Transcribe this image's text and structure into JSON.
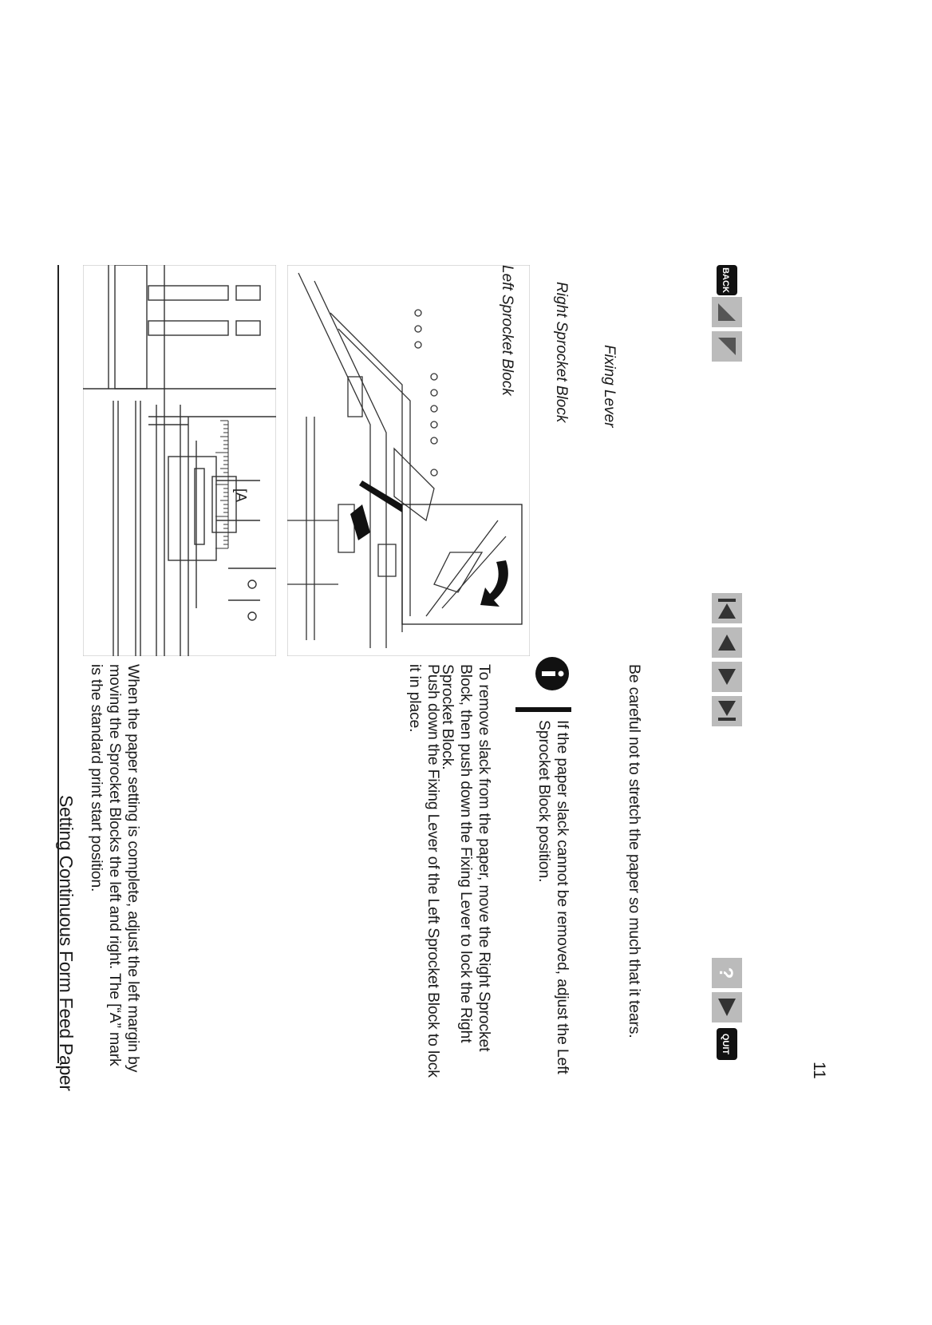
{
  "header": {
    "title": "Setting Continuous Form Feed Paper"
  },
  "content": {
    "para1": "When the paper setting is complete, adjust the left margin by moving the Sprocket Blocks the left and right. The [“A” mark is the standard print start position.",
    "para2": "Push down the Fixing Lever of the Left Sprocket Block to lock it in place.",
    "para3": "To remove slack from the paper, move the Right Sprocket Block, then push down the Fixing Lever to lock the Right Sprocket Block.",
    "note": "If the paper slack cannot be removed, adjust the Left Sprocket Block position.",
    "para4": "Be careful not to stretch the paper so much that it tears."
  },
  "figure1": {
    "mark_label": "[A"
  },
  "figure2": {
    "callout_left": "Left Sprocket Block",
    "callout_right": "Right Sprocket Block",
    "callout_lever": "Fixing Lever"
  },
  "nav": {
    "back_label": "BACK",
    "quit_label": "QUIT",
    "help_label": "?",
    "icons": [
      "back-icon",
      "next-page-icon",
      "first-page-icon",
      "prev-page-icon",
      "next-page-icon",
      "last-page-icon",
      "help-icon",
      "down-icon",
      "quit-icon"
    ]
  },
  "footer": {
    "page_number": "11"
  }
}
